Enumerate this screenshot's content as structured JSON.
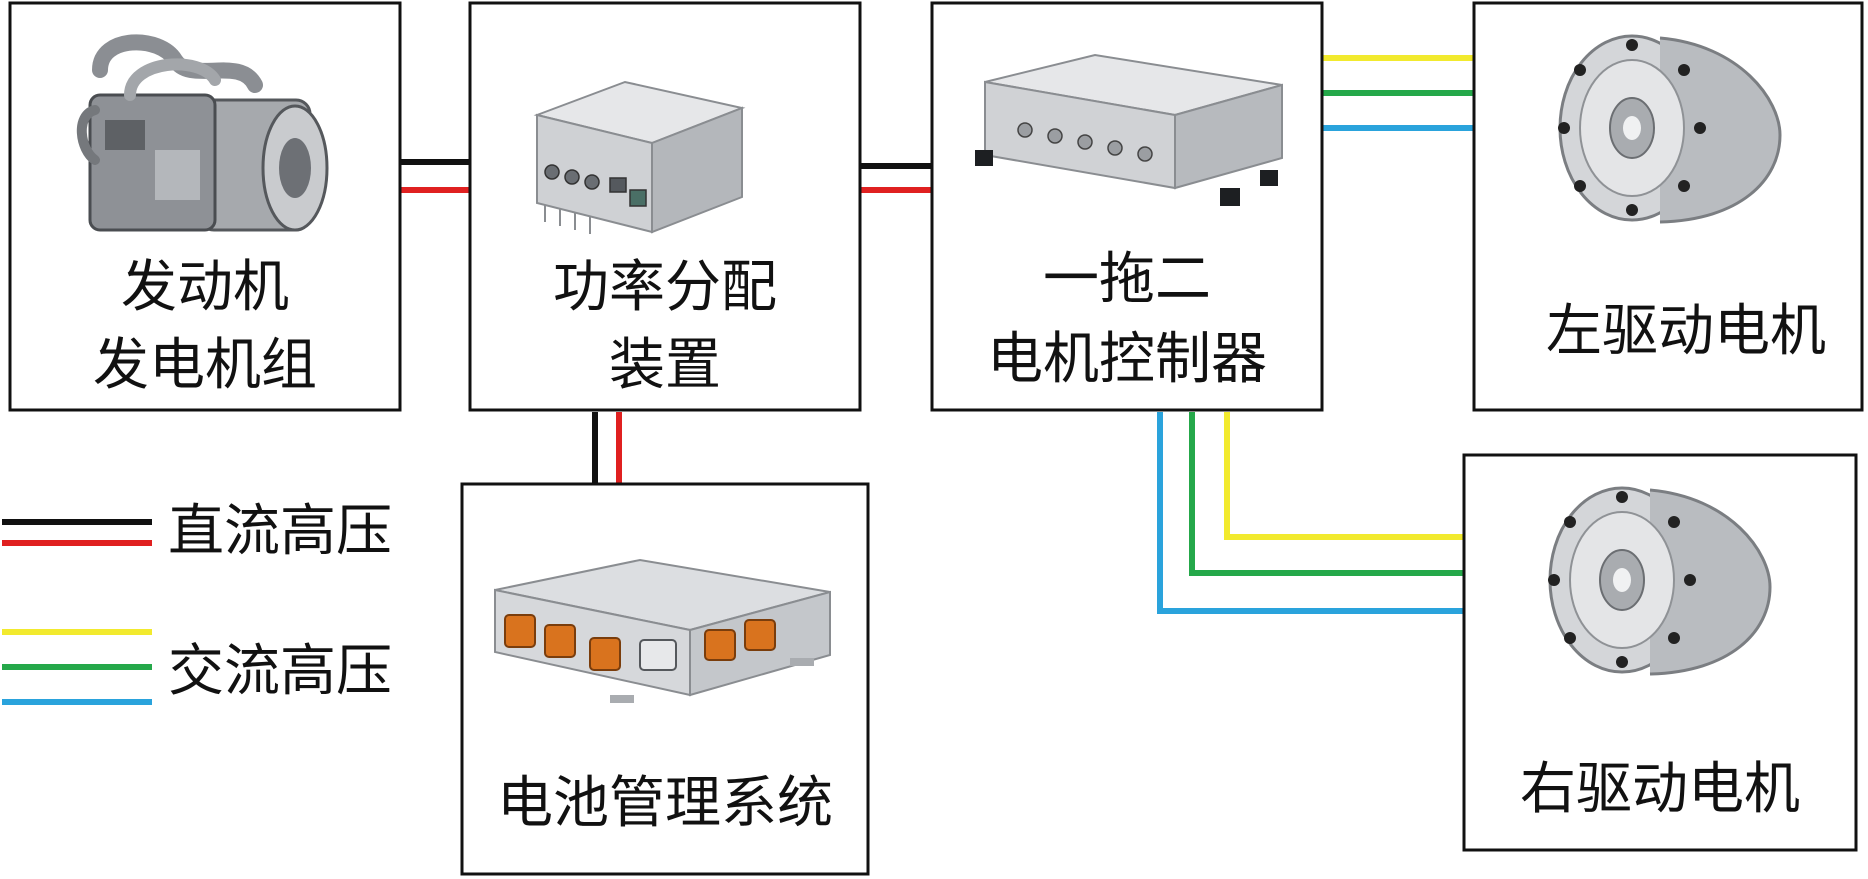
{
  "colors": {
    "dc_positive": "#111111",
    "dc_negative": "#e02020",
    "ac_phase_1": "#f2ea2e",
    "ac_phase_2": "#25a84a",
    "ac_phase_3": "#2aa3dc",
    "box_border": "#111111"
  },
  "blocks": {
    "engine": {
      "label_line1": "发动机",
      "label_line2": "发电机组",
      "icon": "engine-generator-icon"
    },
    "power_distribution": {
      "label_line1": "功率分配",
      "label_line2": "装置",
      "icon": "power-distribution-unit-icon"
    },
    "motor_controller": {
      "label_line1": "一拖二",
      "label_line2": "电机控制器",
      "icon": "motor-controller-icon"
    },
    "left_motor": {
      "label": "左驱动电机",
      "icon": "electric-motor-icon"
    },
    "right_motor": {
      "label": "右驱动电机",
      "icon": "electric-motor-icon"
    },
    "battery": {
      "label": "电池管理系统",
      "icon": "battery-pack-icon"
    }
  },
  "legend": {
    "dc_label": "直流高压",
    "ac_label": "交流高压"
  }
}
